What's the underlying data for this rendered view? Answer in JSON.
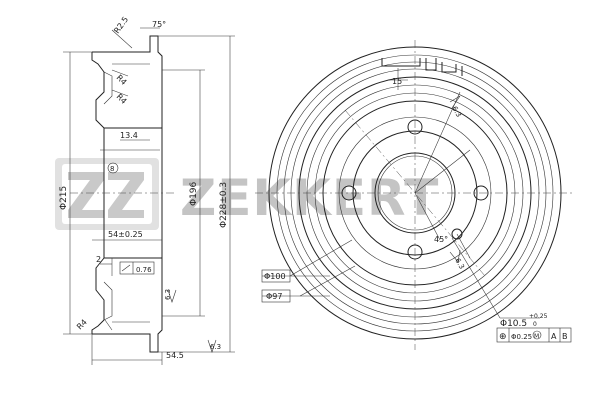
{
  "brand": {
    "name": "ZEKKERT",
    "logo_mark": "ZZ"
  },
  "side_view": {
    "labels": {
      "r25": "R2.5",
      "chamfer": "75°",
      "r4_top": "R4",
      "r4_mid": "R4",
      "d134": "13.4",
      "d8": "8",
      "d215": "Φ215",
      "d196": "Φ196",
      "d228": "Φ228±0.3",
      "d54": "54±0.25",
      "d2": "2",
      "flat": "0.76",
      "s63": "6.3",
      "r4_bot": "R4",
      "d545": "54.5",
      "s63b": "6.3"
    }
  },
  "front_view": {
    "labels": {
      "d15": "15",
      "s63": "6.3",
      "a45": "45°",
      "s63c": "6.3",
      "d100": "Φ100",
      "d97": "Φ97",
      "d105": "Φ10.5",
      "tol_plus": "+0.25",
      "tol_zero": "0",
      "pos_sym": "⊕",
      "pos_tol": "Φ0.25",
      "mmc": "M",
      "ref_a": "A",
      "ref_b": "B"
    }
  }
}
